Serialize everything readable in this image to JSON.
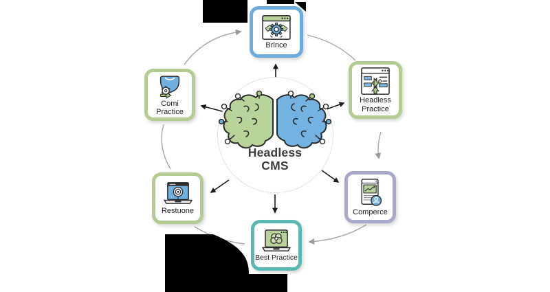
{
  "center": {
    "line1": "Headless",
    "line2": "CMS",
    "icon": "brain-network-icon",
    "brain_left_color": "#b9d49a",
    "brain_right_color": "#74b2e2"
  },
  "nodes": [
    {
      "id": "top",
      "label": "Brince",
      "accent": "#6babde",
      "icon": "browser-gear-icon"
    },
    {
      "id": "top-right",
      "label": "Headless Practice",
      "accent": "#b3cc92",
      "icon": "wireframe-browser-icon"
    },
    {
      "id": "right",
      "label": "Comperce",
      "accent": "#a8a9ca",
      "icon": "document-user-icon"
    },
    {
      "id": "bottom",
      "label": "Best Practice",
      "accent": "#5ab8b2",
      "icon": "laptop-gear-icon"
    },
    {
      "id": "bottom-left",
      "label": "Restuone",
      "accent": "#b3cc92",
      "icon": "laptop-target-icon"
    },
    {
      "id": "top-left",
      "label": "Comi Practice",
      "accent": "#b3cc92",
      "icon": "shield-gear-icon"
    }
  ],
  "connections": {
    "ring_color": "#a6a6a6",
    "arrow_color": "#1a1a1a"
  },
  "artifact_color": "#000000",
  "icon_palette": {
    "green": "#b9d49a",
    "blue": "#6fb0e0",
    "outline": "#2b2b2b"
  }
}
